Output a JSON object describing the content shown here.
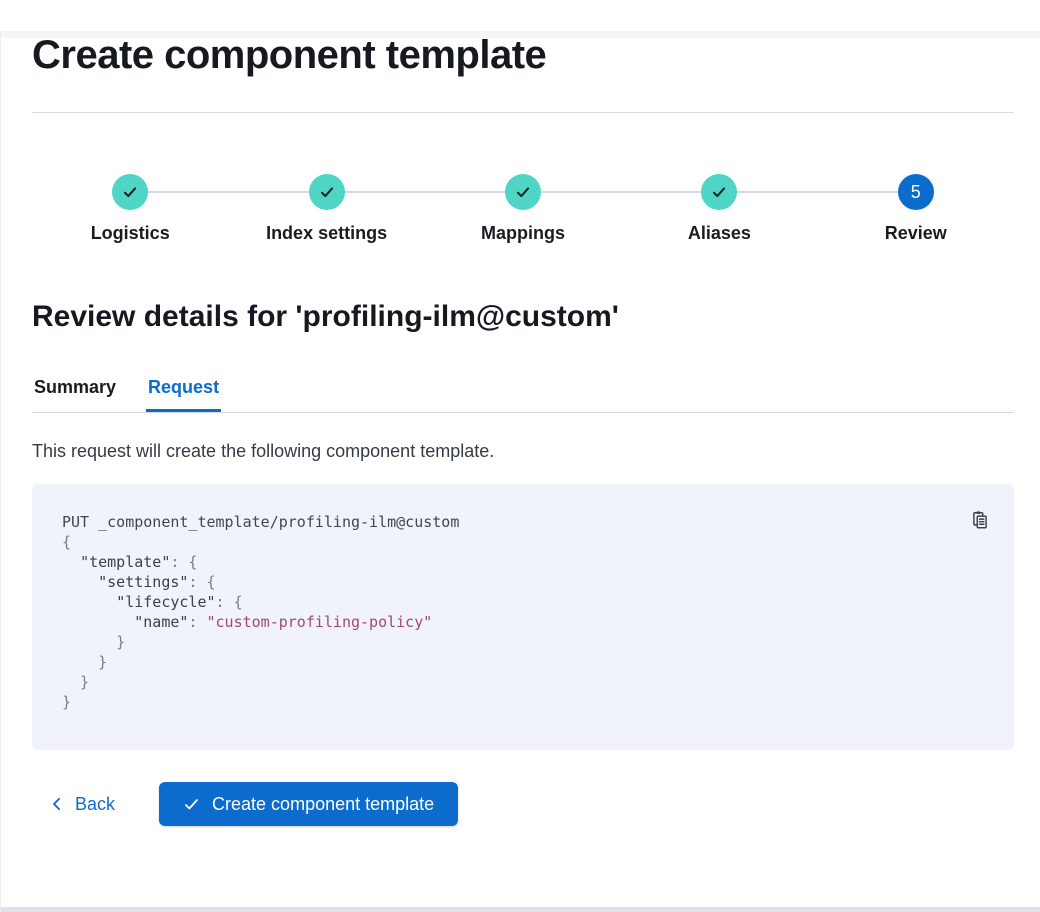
{
  "page": {
    "title": "Create component template"
  },
  "stepper": {
    "steps": [
      {
        "label": "Logistics",
        "status": "complete"
      },
      {
        "label": "Index settings",
        "status": "complete"
      },
      {
        "label": "Mappings",
        "status": "complete"
      },
      {
        "label": "Aliases",
        "status": "complete"
      },
      {
        "label": "Review",
        "status": "current",
        "number": "5"
      }
    ]
  },
  "review": {
    "heading": "Review details for 'profiling-ilm@custom'",
    "tabs": [
      {
        "label": "Summary",
        "active": false
      },
      {
        "label": "Request",
        "active": true
      }
    ],
    "description": "This request will create the following component template."
  },
  "code_block": {
    "copy_icon": "copy-clipboard-icon",
    "lines": [
      {
        "tokens": [
          {
            "t": "plain",
            "v": "PUT _component_template/profiling-ilm@custom"
          }
        ]
      },
      {
        "tokens": [
          {
            "t": "punct",
            "v": "{"
          }
        ]
      },
      {
        "tokens": [
          {
            "t": "plain",
            "v": "  "
          },
          {
            "t": "key",
            "v": "\"template\""
          },
          {
            "t": "punct",
            "v": ": {"
          }
        ]
      },
      {
        "tokens": [
          {
            "t": "plain",
            "v": "    "
          },
          {
            "t": "key",
            "v": "\"settings\""
          },
          {
            "t": "punct",
            "v": ": {"
          }
        ]
      },
      {
        "tokens": [
          {
            "t": "plain",
            "v": "      "
          },
          {
            "t": "key",
            "v": "\"lifecycle\""
          },
          {
            "t": "punct",
            "v": ": {"
          }
        ]
      },
      {
        "tokens": [
          {
            "t": "plain",
            "v": "        "
          },
          {
            "t": "key",
            "v": "\"name\""
          },
          {
            "t": "punct",
            "v": ": "
          },
          {
            "t": "str",
            "v": "\"custom-profiling-policy\""
          }
        ]
      },
      {
        "tokens": [
          {
            "t": "punct",
            "v": "      }"
          }
        ]
      },
      {
        "tokens": [
          {
            "t": "punct",
            "v": "    }"
          }
        ]
      },
      {
        "tokens": [
          {
            "t": "punct",
            "v": "  }"
          }
        ]
      },
      {
        "tokens": [
          {
            "t": "punct",
            "v": "}"
          }
        ]
      }
    ]
  },
  "footer": {
    "back_label": "Back",
    "create_label": "Create component template"
  },
  "colors": {
    "primary": "#0b6cce",
    "success_teal": "#4ed5c5",
    "divider": "#d3dae6",
    "code_background": "#f0f3fa",
    "code_string": "#a34a6e",
    "code_punctuation": "#757d8a",
    "text": "#1a1c21"
  }
}
